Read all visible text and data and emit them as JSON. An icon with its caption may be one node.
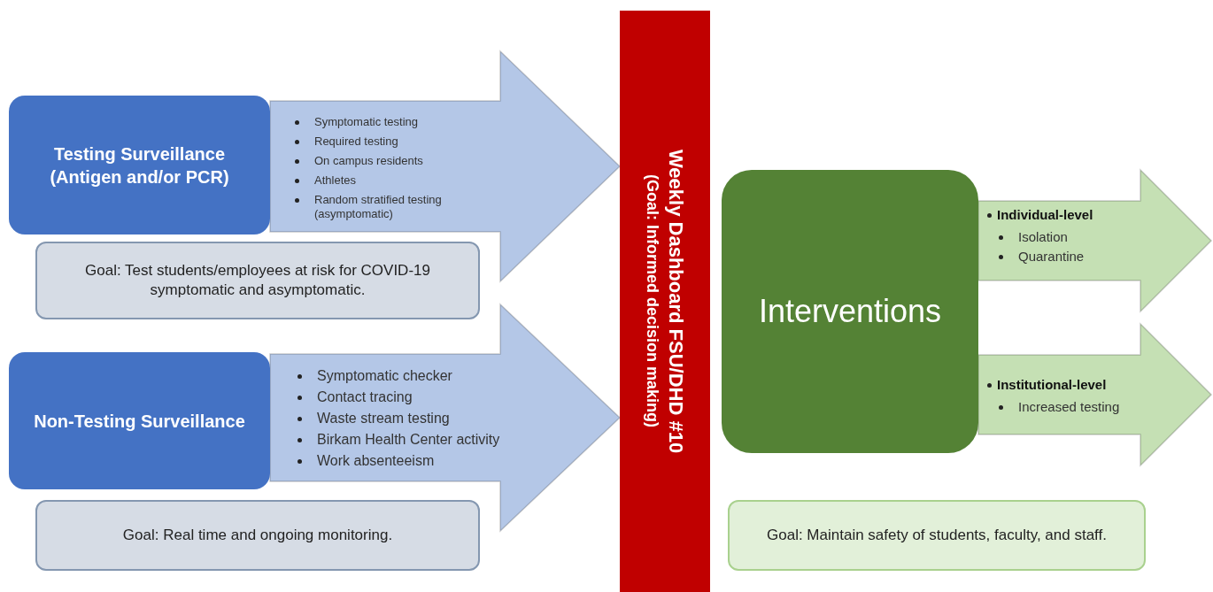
{
  "diagram": {
    "nodes": [
      {
        "text": [
          "Testing Surveillance (Antigen and/or PCR)"
        ]
      },
      {
        "text": [
          "Goal: Test students/employees at risk for COVID-19 symptomatic and asymptomatic."
        ]
      },
      {
        "text": [
          "Non-Testing Surveillance"
        ]
      },
      {
        "text": [
          "Goal: Real time and ongoing monitoring."
        ]
      },
      {
        "text": [
          "Weekly Dashboard FSU/DHD #10",
          "(Goal: Informed decision making)"
        ]
      },
      {
        "text": [
          "Interventions"
        ]
      },
      {
        "text": [
          "Goal: Maintain safety of students, faculty, and staff."
        ]
      }
    ],
    "edges": [
      {
        "from": 0,
        "to": 4,
        "arrow": "to",
        "color": "#b4c7e7"
      },
      {
        "from": 2,
        "to": 4,
        "arrow": "to",
        "color": "#b4c7e7"
      },
      {
        "from": 5,
        "to": null,
        "arrow": "to",
        "color": "#c5e0b4"
      },
      {
        "from": 5,
        "to": null,
        "arrow": "to",
        "color": "#c5e0b4"
      }
    ],
    "labels": [
      "Symptomatic testing",
      "Required testing",
      "On campus residents",
      "Athletes",
      "Random stratified testing (asymptomatic)",
      "Symptomatic checker",
      "Contact tracing",
      "Waste stream testing",
      "Birkam Health Center activity",
      "Work absenteeism",
      "Individual-level",
      "Isolation",
      "Quarantine",
      "Institutional-level",
      "Increased testing"
    ]
  }
}
